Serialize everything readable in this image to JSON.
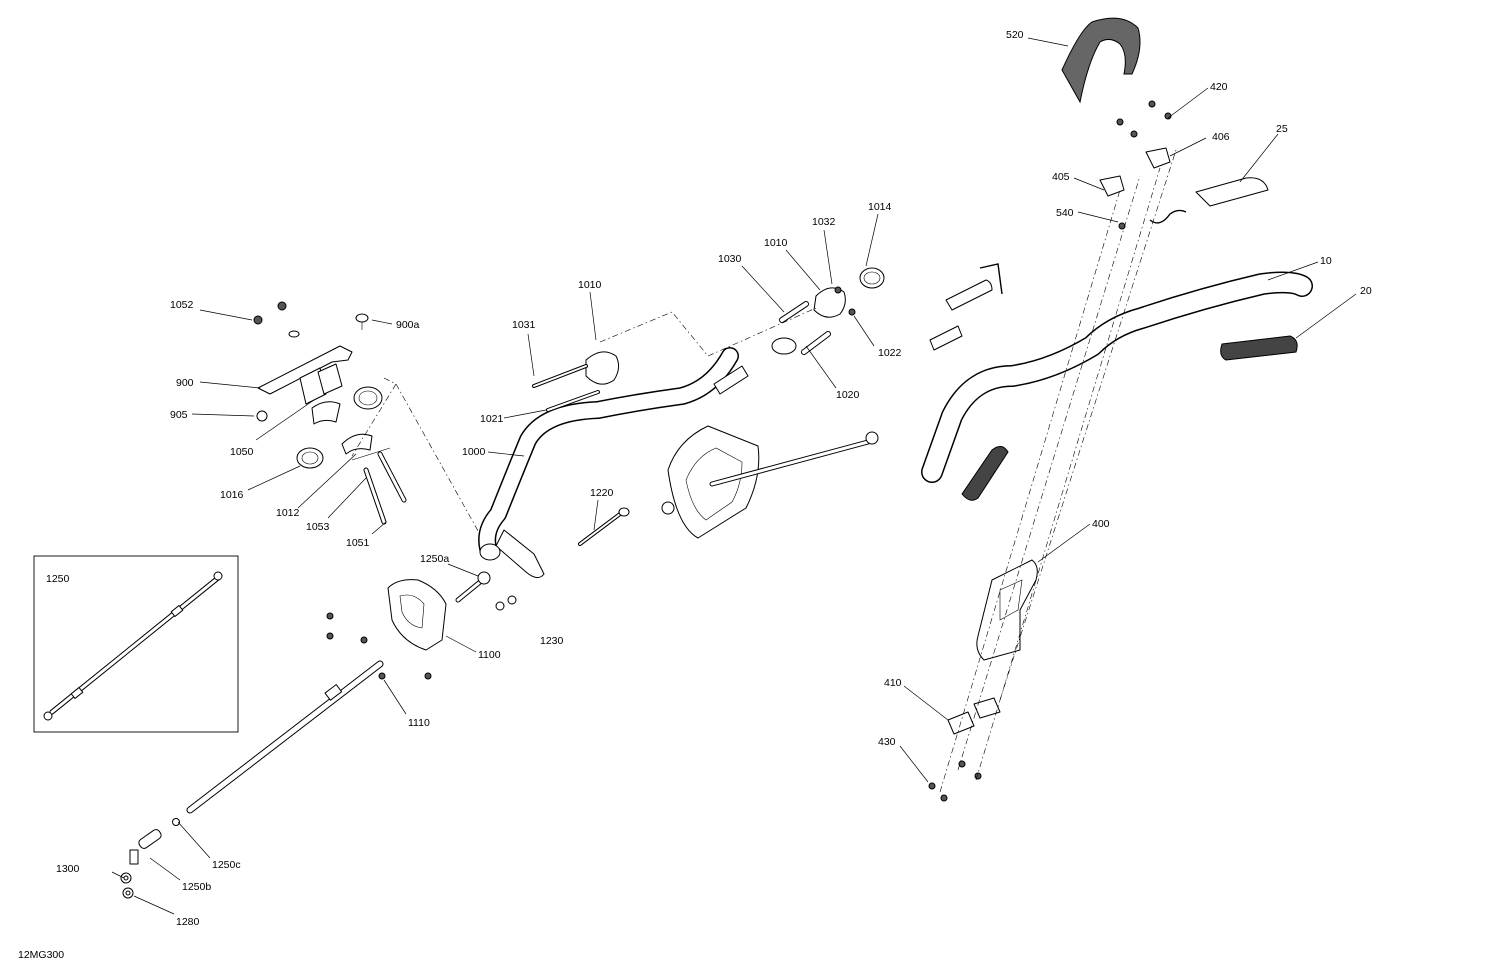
{
  "diagram": {
    "drawing_id": "12MG300",
    "inset_label": "1250",
    "callouts": {
      "c520": "520",
      "c420": "420",
      "c406": "406",
      "c25": "25",
      "c405": "405",
      "c540": "540",
      "c10": "10",
      "c20": "20",
      "c400": "400",
      "c410": "410",
      "c430": "430",
      "c1052": "1052",
      "c900a": "900a",
      "c900": "900",
      "c905": "905",
      "c1050": "1050",
      "c1016": "1016",
      "c1012": "1012",
      "c1053": "1053",
      "c1051": "1051",
      "c1010a": "1010",
      "c1031": "1031",
      "c1021": "1021",
      "c1000": "1000",
      "c1030": "1030",
      "c1010b": "1010",
      "c1032": "1032",
      "c1014": "1014",
      "c1022": "1022",
      "c1020": "1020",
      "c1220": "1220",
      "c1250a": "1250a",
      "c1100": "1100",
      "c1230": "1230",
      "c1110": "1110",
      "c1250c": "1250c",
      "c1250b": "1250b",
      "c1300": "1300",
      "c1280": "1280"
    }
  }
}
